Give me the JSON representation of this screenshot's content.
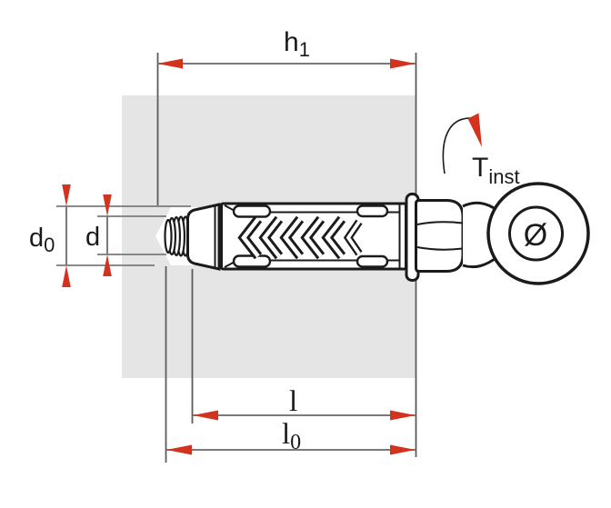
{
  "figure": {
    "type": "technical-drawing",
    "subject": "sleeve anchor with eye bolt installed in wall cross-section"
  },
  "colors": {
    "arrow_red": "#d2331f",
    "dimension_line": "#7a7a7a",
    "extension_line": "#5c5c5c",
    "outline": "#1b1b1b",
    "wall_fill": "#e5e5e5"
  },
  "dimensions": {
    "hole_depth": {
      "label_base": "h",
      "label_sub": "1"
    },
    "drill_diameter": {
      "label_base": "d",
      "label_sub": "0"
    },
    "thread_diameter": {
      "label_base": "d",
      "label_sub": ""
    },
    "installation_torque": {
      "label_base": "T",
      "label_sub": "inst"
    },
    "eye_diameter": {
      "label_base": "Ø",
      "label_sub": ""
    },
    "sleeve_length": {
      "label_base": "l",
      "label_sub": ""
    },
    "total_length": {
      "label_base": "l",
      "label_sub": "0"
    }
  }
}
